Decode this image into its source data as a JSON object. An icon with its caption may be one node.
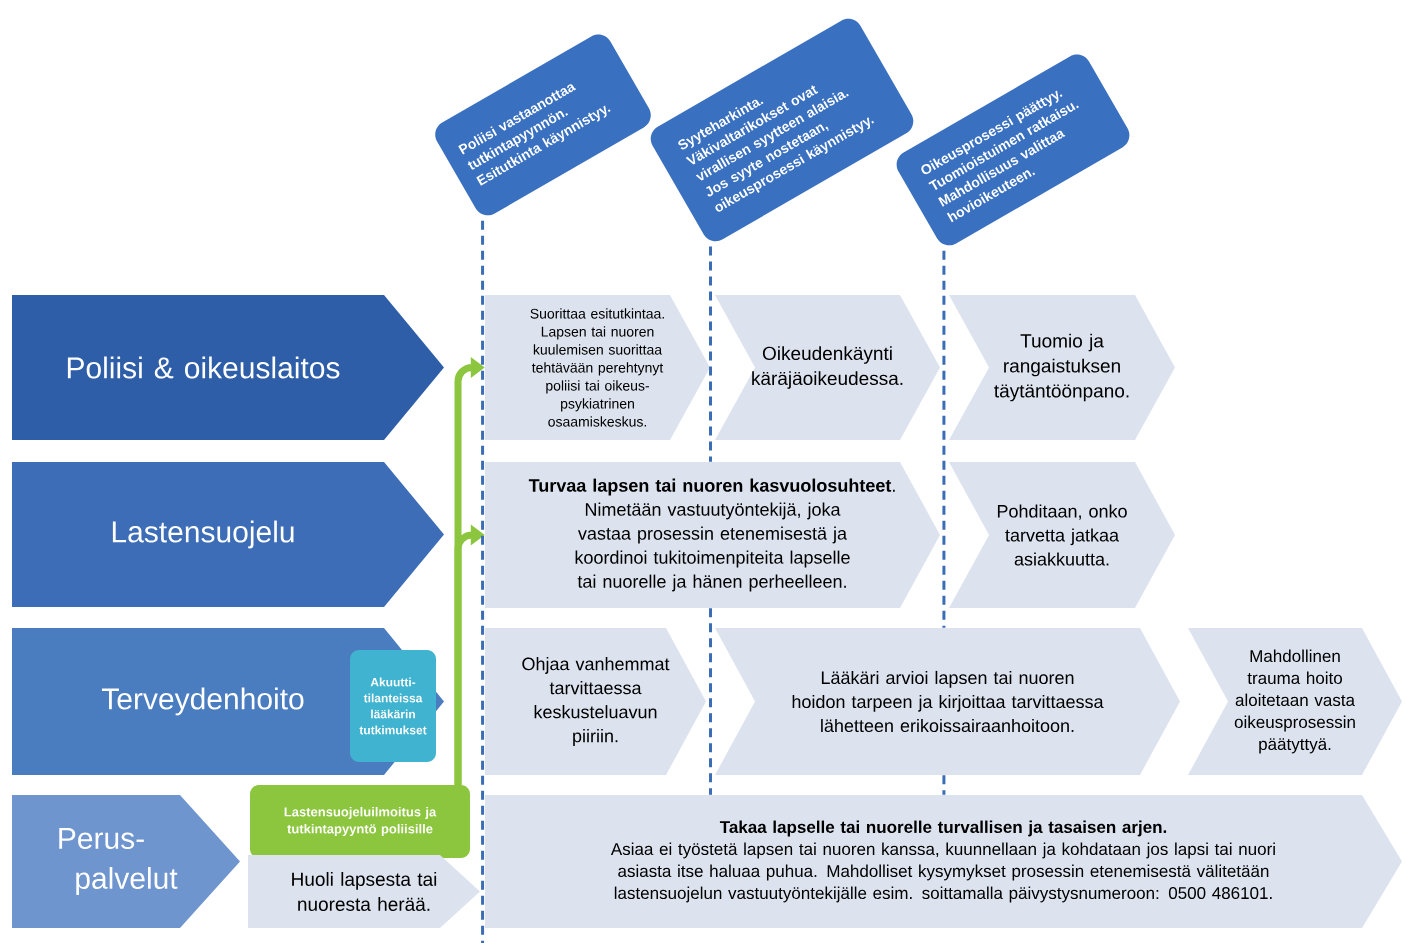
{
  "diagram": {
    "nodes": [
      {
        "text": [
          "Poliisi & oikeuslaitos"
        ]
      },
      {
        "text": [
          "Lastensuojelu"
        ]
      },
      {
        "text": [
          "Terveydenhoito"
        ]
      },
      {
        "text": [
          "Perus-palvelut"
        ]
      },
      {
        "text": [
          "Poliisi vastaanottaa tutkintapyynnön. Esitutkinta käynnistyy."
        ]
      },
      {
        "text": [
          "Syyteharkinta. Väkivaltarikokset ovat virallisen syytteen alaisia. Jos syyte nostetaan, oikeusprosessi käynnistyy."
        ]
      },
      {
        "text": [
          "Oikeusprosessi päättyy. Tuomioistuimen ratkaisu. Mahdollisuus valittaa hovioikeuteen."
        ]
      },
      {
        "text": [
          "Suorittaa esitutkintaa. Lapsen tai nuoren kuulemisen suorittaa tehtävään perehtynyt poliisi tai oikeus-psykiatrinen osaamiskeskus."
        ]
      },
      {
        "text": [
          "Oikeudenkäynti käräjäoikeudessa."
        ]
      },
      {
        "text": [
          "Tuomio ja rangaistuksen täytäntöönpano."
        ]
      },
      {
        "text": [
          "**Turvaa lapsen tai nuoren kasvuolosuhteet**. Nimetään vastuutyöntekijä, joka vastaa prosessin etenemisestä ja koordinoi tukitoimenpiteita lapselle tai nuorelle ja hänen perheelleen."
        ]
      },
      {
        "text": [
          "Pohditaan, onko tarvetta jatkaa asiakkuutta."
        ]
      },
      {
        "text": [
          "Akuutti-tilanteissa lääkärin tutkimukset"
        ],
        "in": 2
      },
      {
        "text": [
          "Ohjaa vanhemmat tarvittaessa keskusteluavun piiriin."
        ]
      },
      {
        "text": [
          "Lääkäri arvioi lapsen tai nuoren hoidon tarpeen ja kirjoittaa tarvittaessa lähetteen erikoissairaanhoitoon."
        ]
      },
      {
        "text": [
          "Mahdollinen trauma hoito aloitetaan vasta oikeusprosessin päätyttyä."
        ]
      },
      {
        "text": [
          "Lastensuojeluilmoitus ja tutkintapyyntö poliisille"
        ]
      },
      {
        "text": [
          "Huoli lapsesta tai nuoresta herää."
        ]
      },
      {
        "text": [
          "Takaa lapselle tai nuorelle turvallisen ja tasaisen arjen.",
          "Asiaa ei työstetä lapsen tai nuoren kanssa, kuunnellaan ja kohdataan jos lapsi tai nuori asiasta itse haluaa puhua. Mahdolliset kysymykset prosessin etenemisestä välitetään lastensuojelun vastuutyöntekijälle esim. soittamalla päivystysnumeroon: 0500 486101."
        ]
      }
    ],
    "edges": [
      {
        "from": 16,
        "to": 7,
        "arrow": "to",
        "style": "thick",
        "color": "#8cc63f"
      },
      {
        "from": 16,
        "to": 10,
        "arrow": "to",
        "style": "thick",
        "color": "#8cc63f"
      },
      {
        "from": 4,
        "to": null,
        "arrow": "none",
        "style": "dashed",
        "color": "#3a6db5"
      },
      {
        "from": 5,
        "to": 10,
        "arrow": "none",
        "style": "dashed",
        "color": "#3a6db5"
      },
      {
        "from": 10,
        "to": 18,
        "arrow": "none",
        "style": "dashed",
        "color": "#3a6db5"
      },
      {
        "from": 6,
        "to": 14,
        "arrow": "none",
        "style": "dashed",
        "color": "#3a6db5"
      },
      {
        "from": 14,
        "to": 18,
        "arrow": "none",
        "style": "dashed",
        "color": "#3a6db5"
      }
    ]
  }
}
